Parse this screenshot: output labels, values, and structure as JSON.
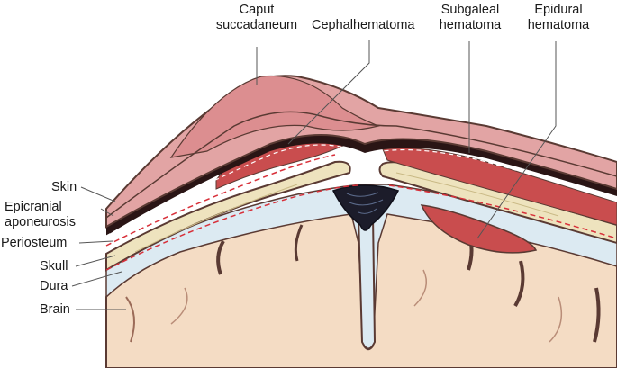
{
  "labels": {
    "caput_line1": "Caput",
    "caput_line2": "succadaneum",
    "cephalhematoma": "Cephalhematoma",
    "subgaleal_line1": "Subgaleal",
    "subgaleal_line2": "hematoma",
    "epidural_line1": "Epidural",
    "epidural_line2": "hematoma",
    "skin": "Skin",
    "epicranial_line1": "Epicranial",
    "epicranial_line2": "aponeurosis",
    "periosteum": "Periosteum",
    "skull": "Skull",
    "dura": "Dura",
    "brain": "Brain"
  },
  "colors": {
    "skin": "#e2a4a4",
    "caput": "#dc8e90",
    "hematoma": "#c94d4e",
    "galea": "#2a1515",
    "bone": "#eee3be",
    "dura_space": "#dceaf2",
    "brain": "#f4dcc4",
    "outline": "#5a3a33",
    "dashed": "#d8303a"
  }
}
